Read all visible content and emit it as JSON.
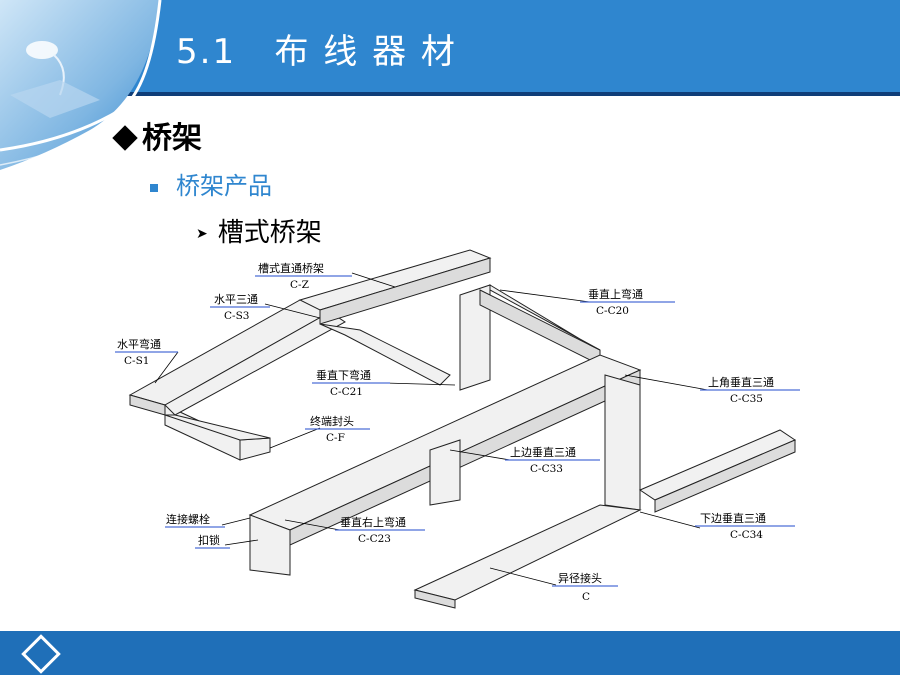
{
  "header": {
    "title": "5.1   布 线 器 材"
  },
  "outline": {
    "level1": "桥架",
    "level2": "桥架产品",
    "level3": "槽式桥架"
  },
  "icons": {
    "level1_bullet": "diamond-bullet-icon",
    "level2_bullet": "square-bullet-icon",
    "level3_bullet": "arrow-bullet-icon",
    "footer": "diamond-outline-icon"
  },
  "colors": {
    "header": "#2f86cf",
    "header_line": "#0f3d78",
    "footer": "#1f6fb8",
    "accent_text": "#2f86cf"
  },
  "diagram": {
    "labels": [
      {
        "id": "czh",
        "name": "槽式直通桥架",
        "code": "C-Z"
      },
      {
        "id": "cs3",
        "name": "水平三通",
        "code": "C-S3"
      },
      {
        "id": "cs1",
        "name": "水平弯通",
        "code": "C-S1"
      },
      {
        "id": "cc20",
        "name": "垂直上弯通",
        "code": "C-C20"
      },
      {
        "id": "cc21",
        "name": "垂直下弯通",
        "code": "C-C21"
      },
      {
        "id": "cc35",
        "name": "上角垂直三通",
        "code": "C-C35"
      },
      {
        "id": "cf",
        "name": "终端封头",
        "code": "C-F"
      },
      {
        "id": "cc33",
        "name": "上边垂直三通",
        "code": "C-C33"
      },
      {
        "id": "bolt",
        "name": "连接螺栓",
        "code": ""
      },
      {
        "id": "lock",
        "name": "扣锁",
        "code": ""
      },
      {
        "id": "cc23",
        "name": "垂直右上弯通",
        "code": "C-C23"
      },
      {
        "id": "cc34",
        "name": "下边垂直三通",
        "code": "C-C34"
      },
      {
        "id": "c",
        "name": "异径接头",
        "code": "C"
      }
    ]
  }
}
